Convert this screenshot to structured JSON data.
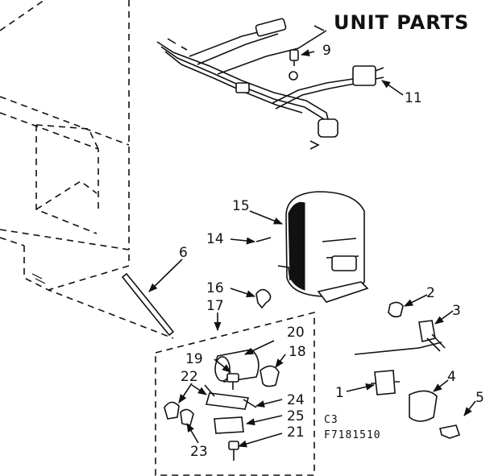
{
  "title": "UNIT PARTS",
  "callouts": {
    "c1": "1",
    "c2": "2",
    "c3": "3",
    "c4": "4",
    "c5": "5",
    "c6": "6",
    "c9": "9",
    "c11": "11",
    "c14": "14",
    "c15": "15",
    "c16": "16",
    "c17": "17",
    "c18": "18",
    "c19": "19",
    "c20": "20",
    "c21": "21",
    "c22": "22",
    "c23": "23",
    "c24": "24",
    "c25": "25"
  },
  "code": {
    "line1": "C3",
    "line2": "F7181510"
  }
}
